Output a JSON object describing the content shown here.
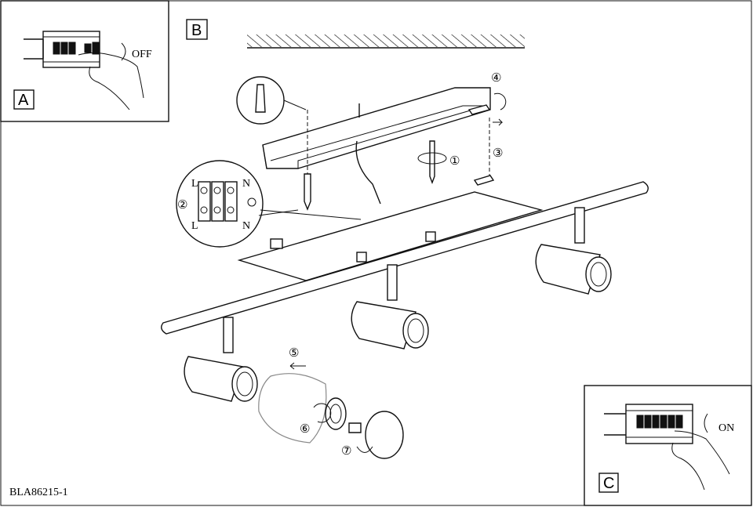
{
  "panel_a": {
    "label": "A",
    "switch_state": "OFF"
  },
  "panel_b": {
    "label": "B"
  },
  "panel_c": {
    "label": "C",
    "switch_state": "ON"
  },
  "terminal": {
    "top_left": "L",
    "top_right": "N",
    "bottom_left": "L",
    "bottom_right": "N"
  },
  "steps": [
    "①",
    "②",
    "③",
    "④",
    "⑤",
    "⑥",
    "⑦"
  ],
  "doc_code": "BLA86215-1"
}
